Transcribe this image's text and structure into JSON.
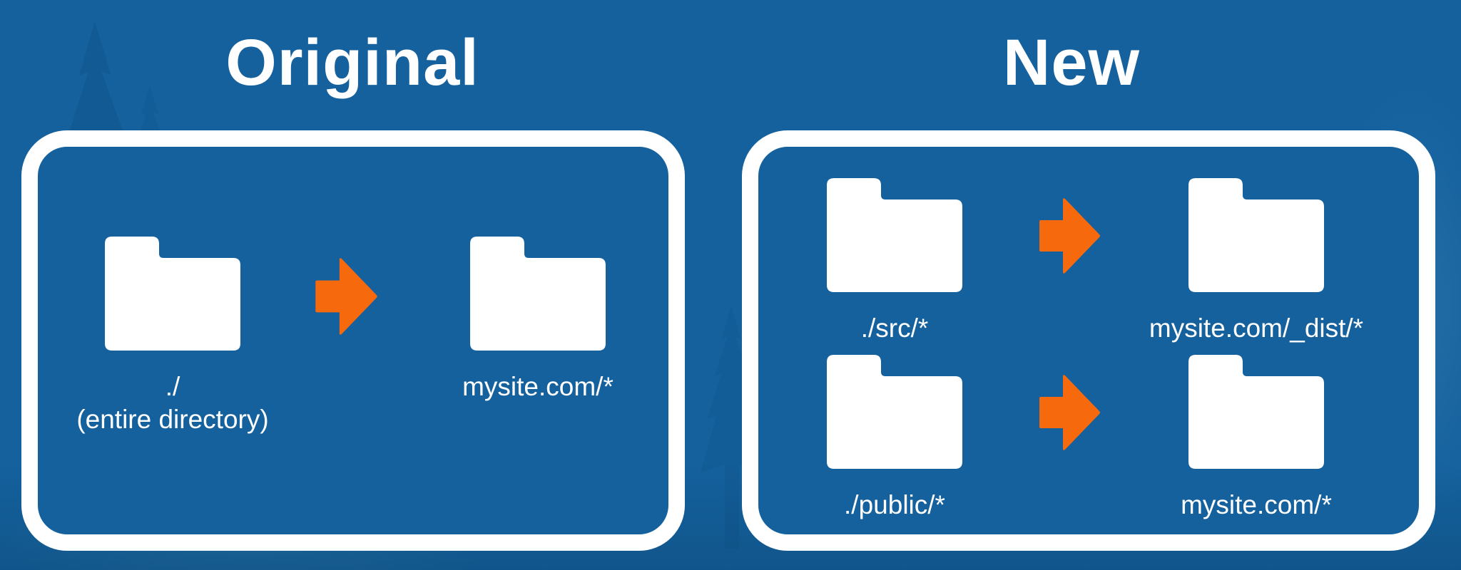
{
  "slide": {
    "left_panel": {
      "title": "Original",
      "mapping": {
        "source_label": "./",
        "source_sublabel": "(entire directory)",
        "target_label": "mysite.com/*"
      }
    },
    "right_panel": {
      "title": "New",
      "mappings": [
        {
          "source_label": "./src/*",
          "target_label": "mysite.com/_dist/*"
        },
        {
          "source_label": "./public/*",
          "target_label": "mysite.com/*"
        }
      ]
    },
    "colors": {
      "background": "#14619E",
      "panel_border": "#FFFFFF",
      "folder": "#FFFFFF",
      "arrow": "#F6690D",
      "text": "#FFFFFF"
    }
  }
}
